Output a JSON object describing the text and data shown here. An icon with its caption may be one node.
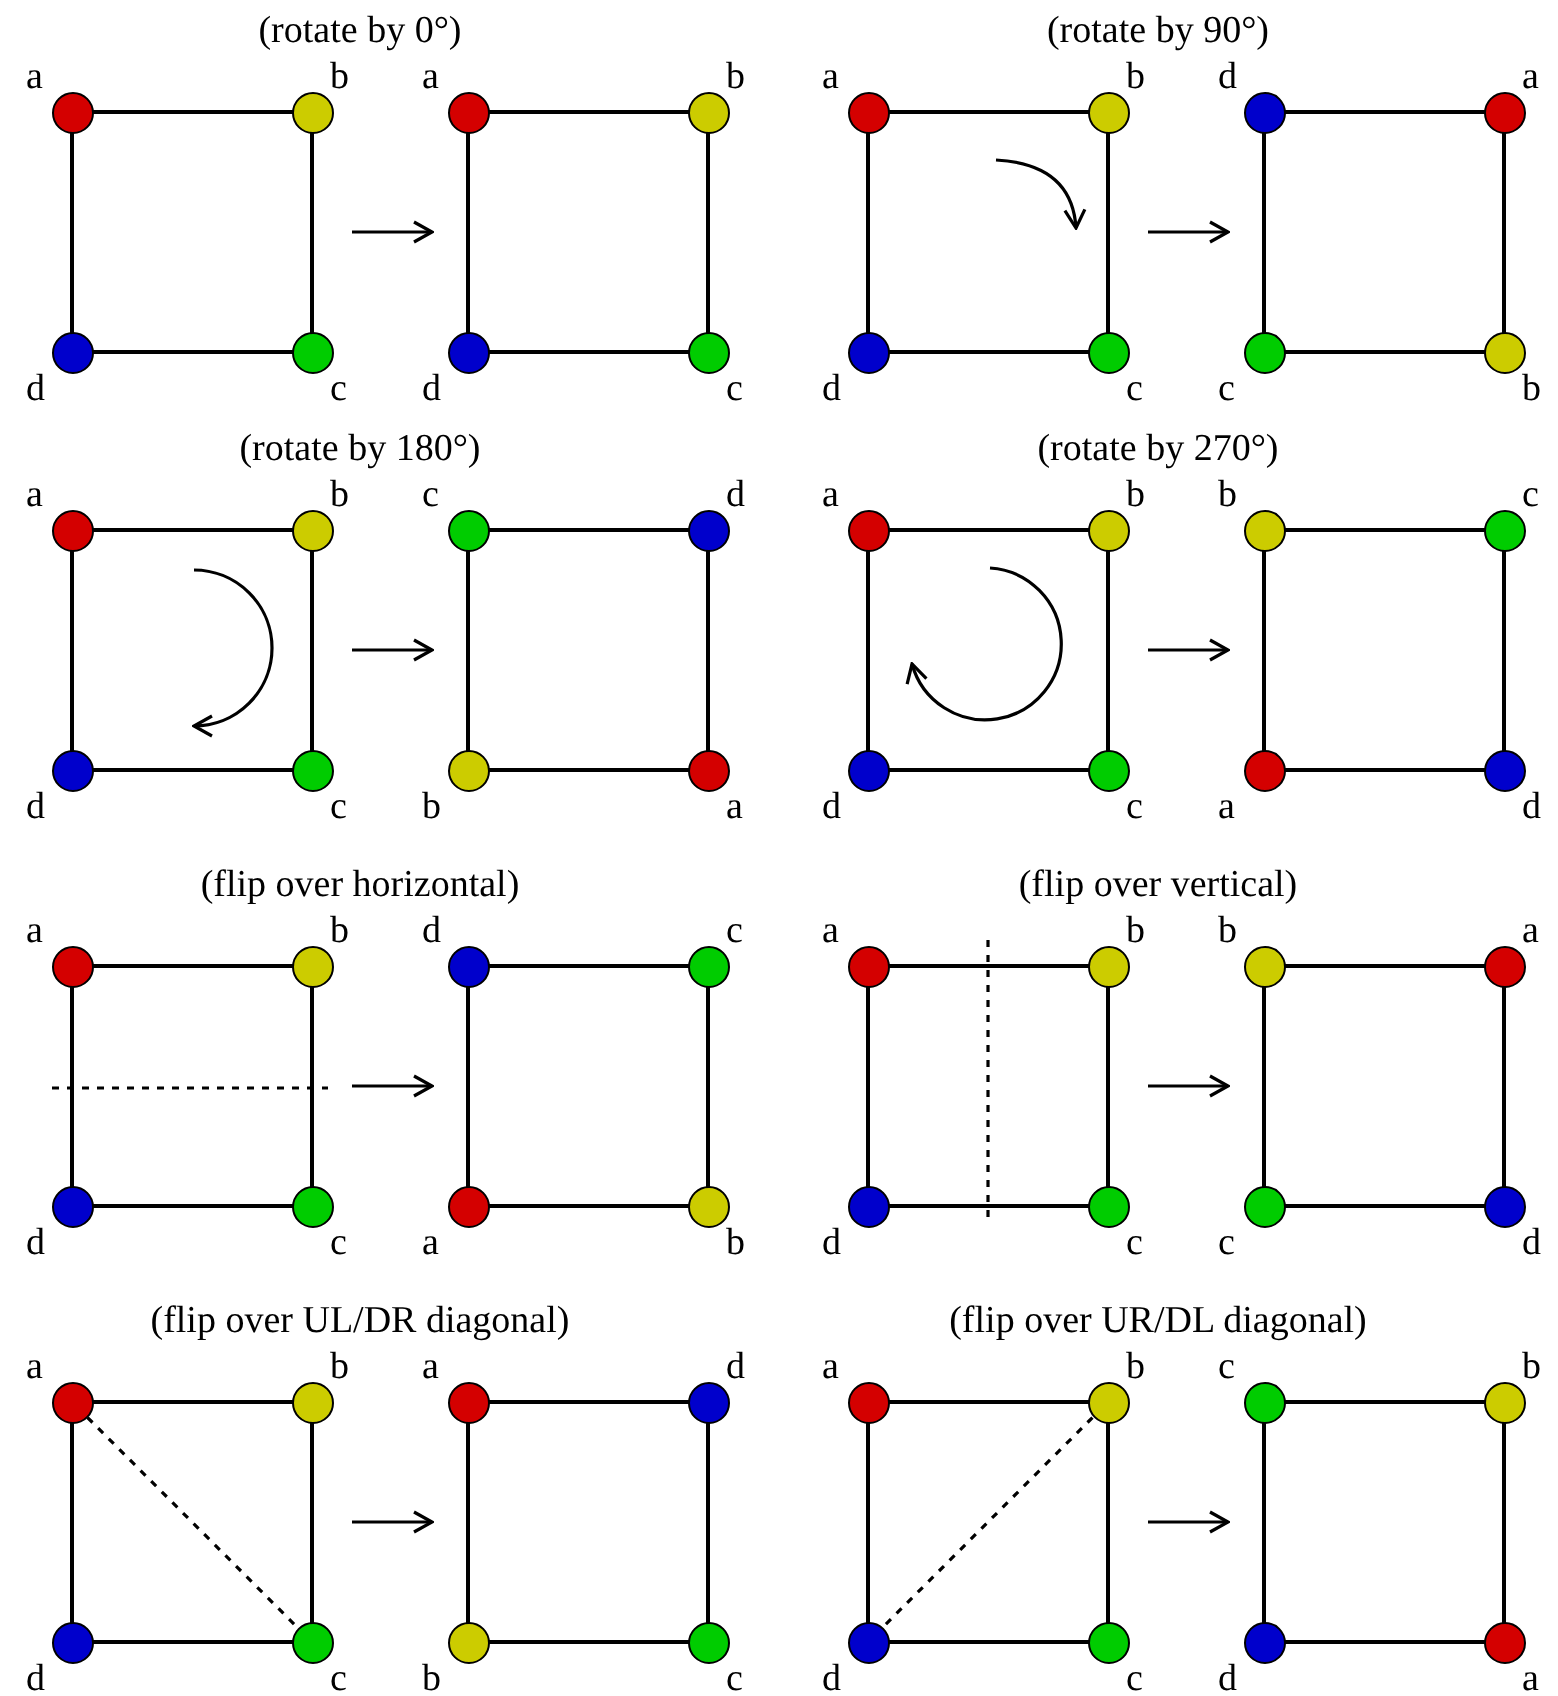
{
  "diagram": {
    "nodes": [
      {
        "text": [],
        "shape": "box"
      },
      {
        "text": [
          "a"
        ],
        "in": 0
      },
      {
        "text": [
          "b"
        ],
        "in": 0
      },
      {
        "text": [
          "d"
        ],
        "in": 0
      },
      {
        "text": [
          "c"
        ],
        "in": 0
      },
      {
        "text": [],
        "shape": "box"
      },
      {
        "text": [
          "a"
        ],
        "in": 5
      },
      {
        "text": [
          "b"
        ],
        "in": 5
      },
      {
        "text": [
          "d"
        ],
        "in": 5
      },
      {
        "text": [
          "c"
        ],
        "in": 5
      },
      {
        "text": [],
        "shape": "box"
      },
      {
        "text": [
          "a"
        ],
        "in": 10
      },
      {
        "text": [
          "b"
        ],
        "in": 10
      },
      {
        "text": [
          "d"
        ],
        "in": 10
      },
      {
        "text": [
          "c"
        ],
        "in": 10
      },
      {
        "text": [],
        "shape": "box"
      },
      {
        "text": [
          "d"
        ],
        "in": 15
      },
      {
        "text": [
          "a"
        ],
        "in": 15
      },
      {
        "text": [
          "c"
        ],
        "in": 15
      },
      {
        "text": [
          "b"
        ],
        "in": 15
      },
      {
        "text": [],
        "shape": "box"
      },
      {
        "text": [
          "a"
        ],
        "in": 20
      },
      {
        "text": [
          "b"
        ],
        "in": 20
      },
      {
        "text": [
          "d"
        ],
        "in": 20
      },
      {
        "text": [
          "c"
        ],
        "in": 20
      },
      {
        "text": [],
        "shape": "box"
      },
      {
        "text": [
          "c"
        ],
        "in": 25
      },
      {
        "text": [
          "d"
        ],
        "in": 25
      },
      {
        "text": [
          "b"
        ],
        "in": 25
      },
      {
        "text": [
          "a"
        ],
        "in": 25
      },
      {
        "text": [],
        "shape": "box"
      },
      {
        "text": [
          "a"
        ],
        "in": 30
      },
      {
        "text": [
          "b"
        ],
        "in": 30
      },
      {
        "text": [
          "d"
        ],
        "in": 30
      },
      {
        "text": [
          "c"
        ],
        "in": 30
      },
      {
        "text": [],
        "shape": "box"
      },
      {
        "text": [
          "b"
        ],
        "in": 35
      },
      {
        "text": [
          "c"
        ],
        "in": 35
      },
      {
        "text": [
          "a"
        ],
        "in": 35
      },
      {
        "text": [
          "d"
        ],
        "in": 35
      },
      {
        "text": [],
        "shape": "box"
      },
      {
        "text": [
          "a"
        ],
        "in": 40
      },
      {
        "text": [
          "b"
        ],
        "in": 40
      },
      {
        "text": [
          "d"
        ],
        "in": 40
      },
      {
        "text": [
          "c"
        ],
        "in": 40
      },
      {
        "text": [],
        "shape": "box"
      },
      {
        "text": [
          "d"
        ],
        "in": 45
      },
      {
        "text": [
          "c"
        ],
        "in": 45
      },
      {
        "text": [
          "a"
        ],
        "in": 45
      },
      {
        "text": [
          "b"
        ],
        "in": 45
      },
      {
        "text": [],
        "shape": "box"
      },
      {
        "text": [
          "a"
        ],
        "in": 50
      },
      {
        "text": [
          "b"
        ],
        "in": 50
      },
      {
        "text": [
          "d"
        ],
        "in": 50
      },
      {
        "text": [
          "c"
        ],
        "in": 50
      },
      {
        "text": [],
        "shape": "box"
      },
      {
        "text": [
          "b"
        ],
        "in": 55
      },
      {
        "text": [
          "a"
        ],
        "in": 55
      },
      {
        "text": [
          "c"
        ],
        "in": 55
      },
      {
        "text": [
          "d"
        ],
        "in": 55
      },
      {
        "text": [],
        "shape": "box"
      },
      {
        "text": [
          "a"
        ],
        "in": 60
      },
      {
        "text": [
          "b"
        ],
        "in": 60
      },
      {
        "text": [
          "d"
        ],
        "in": 60
      },
      {
        "text": [
          "c"
        ],
        "in": 60
      },
      {
        "text": [],
        "shape": "box"
      },
      {
        "text": [
          "a"
        ],
        "in": 65
      },
      {
        "text": [
          "d"
        ],
        "in": 65
      },
      {
        "text": [
          "b"
        ],
        "in": 65
      },
      {
        "text": [
          "c"
        ],
        "in": 65
      },
      {
        "text": [],
        "shape": "box"
      },
      {
        "text": [
          "a"
        ],
        "in": 70
      },
      {
        "text": [
          "b"
        ],
        "in": 70
      },
      {
        "text": [
          "d"
        ],
        "in": 70
      },
      {
        "text": [
          "c"
        ],
        "in": 70
      },
      {
        "text": [],
        "shape": "box"
      },
      {
        "text": [
          "c"
        ],
        "in": 75
      },
      {
        "text": [
          "b"
        ],
        "in": 75
      },
      {
        "text": [
          "d"
        ],
        "in": 75
      },
      {
        "text": [
          "a"
        ],
        "in": 75
      }
    ],
    "edges": [
      {
        "from": 0,
        "to": 5,
        "arrow": "to"
      },
      {
        "from": 10,
        "to": 15,
        "arrow": "to"
      },
      {
        "from": 20,
        "to": 25,
        "arrow": "to"
      },
      {
        "from": 30,
        "to": 35,
        "arrow": "to"
      },
      {
        "from": 40,
        "to": 45,
        "arrow": "to"
      },
      {
        "from": 50,
        "to": 55,
        "arrow": "to"
      },
      {
        "from": 60,
        "to": 65,
        "arrow": "to"
      },
      {
        "from": 70,
        "to": 75,
        "arrow": "to"
      },
      {
        "from": 61,
        "to": 64,
        "arrow": "none",
        "style": "dashed"
      },
      {
        "from": 72,
        "to": 73,
        "arrow": "none",
        "style": "dashed"
      }
    ],
    "labels": [
      "(rotate by 0°)",
      "(rotate by 90°)",
      "(rotate by 180°)",
      "(rotate by 270°)",
      "(flip over horizontal)",
      "(flip over vertical)",
      "(flip over UL/DR diagonal)",
      "(flip over UR/DL diagonal)"
    ]
  }
}
